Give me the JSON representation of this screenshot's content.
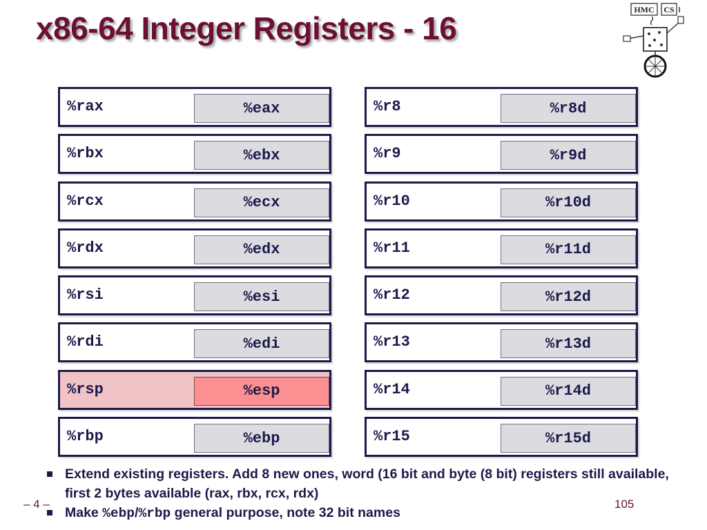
{
  "slide": {
    "title": "x86-64 Integer Registers - 16",
    "page_label": "– 4 –",
    "slide_number": "105",
    "logo": {
      "line1": "HMC",
      "line2": "CS"
    }
  },
  "registers": {
    "left": [
      {
        "name": "%rax",
        "sub": "%eax",
        "highlight": false
      },
      {
        "name": "%rbx",
        "sub": "%ebx",
        "highlight": false
      },
      {
        "name": "%rcx",
        "sub": "%ecx",
        "highlight": false
      },
      {
        "name": "%rdx",
        "sub": "%edx",
        "highlight": false
      },
      {
        "name": "%rsi",
        "sub": "%esi",
        "highlight": false
      },
      {
        "name": "%rdi",
        "sub": "%edi",
        "highlight": false
      },
      {
        "name": "%rsp",
        "sub": "%esp",
        "highlight": true
      },
      {
        "name": "%rbp",
        "sub": "%ebp",
        "highlight": false
      }
    ],
    "right": [
      {
        "name": "%r8",
        "sub": "%r8d",
        "highlight": false
      },
      {
        "name": "%r9",
        "sub": "%r9d",
        "highlight": false
      },
      {
        "name": "%r10",
        "sub": "%r10d",
        "highlight": false
      },
      {
        "name": "%r11",
        "sub": "%r11d",
        "highlight": false
      },
      {
        "name": "%r12",
        "sub": "%r12d",
        "highlight": false
      },
      {
        "name": "%r13",
        "sub": "%r13d",
        "highlight": false
      },
      {
        "name": "%r14",
        "sub": "%r14d",
        "highlight": false
      },
      {
        "name": "%r15",
        "sub": "%r15d",
        "highlight": false
      }
    ]
  },
  "bullets": {
    "b1": "Extend existing registers.  Add 8 new ones, word (16 bit and byte (8 bit) registers still available,  first 2 bytes available (rax, rbx, rcx, rdx)",
    "b2_pre": "Make ",
    "b2_code1": "%ebp",
    "b2_sep": "/",
    "b2_code2": "%rbp",
    "b2_post": " general purpose, note 32 bit names"
  },
  "colors": {
    "title": "#6b0f35",
    "text": "#1a1a4a",
    "sub_box": "#dcdce0",
    "highlight_row": "#f1c2c6",
    "highlight_sub": "#fb8f91"
  }
}
